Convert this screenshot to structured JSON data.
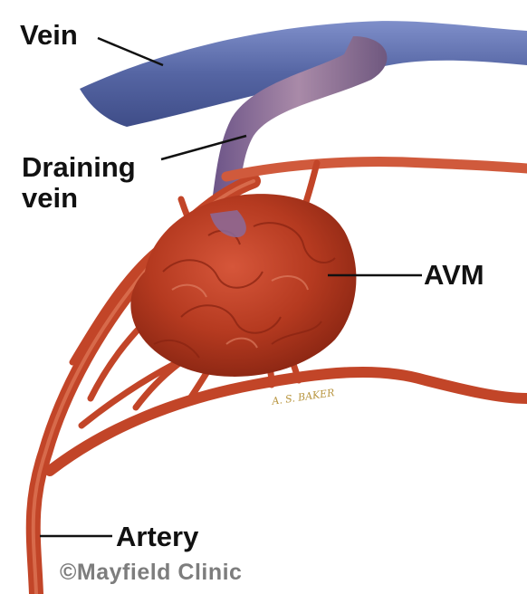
{
  "labels": {
    "vein": "Vein",
    "draining_line1": "Draining",
    "draining_line2": "vein",
    "avm": "AVM",
    "artery": "Artery"
  },
  "credit": "©Mayfield Clinic",
  "signature": "A. S. BAKER",
  "colors": {
    "vein_blue": "#5a6aa8",
    "draining_purple": "#8a6a9a",
    "artery_red": "#c8452a",
    "avm_red": "#b8381e"
  }
}
